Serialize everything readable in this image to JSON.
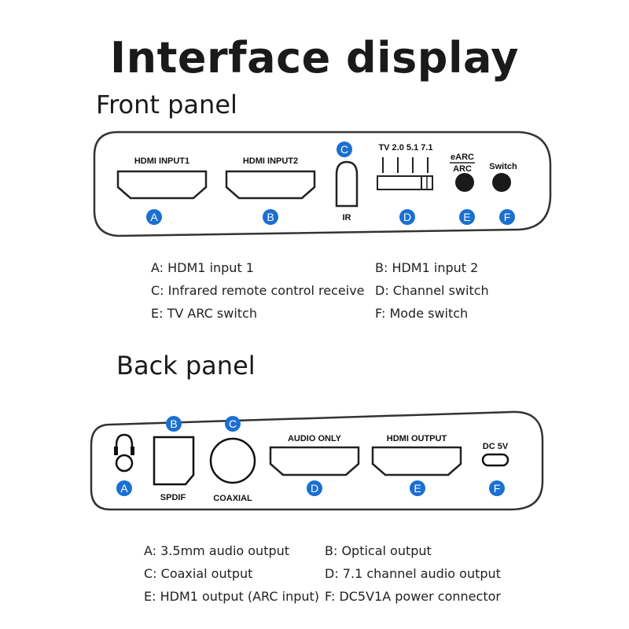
{
  "title": "Interface display",
  "front": {
    "heading": "Front panel",
    "port_labels": {
      "hdmi1": "HDMI INPUT1",
      "hdmi2": "HDMI INPUT2",
      "ir": "IR",
      "channels": "TV 2.0 5.1 7.1",
      "earc": "eARC",
      "arc": "ARC",
      "switch": "Switch"
    },
    "badges": [
      "A",
      "B",
      "C",
      "D",
      "E",
      "F"
    ],
    "descriptions": [
      "A: HDM1 input 1",
      "B: HDM1 input 2",
      "C: Infrared remote control receive",
      "D: Channel switch",
      "E: TV ARC switch",
      "F: Mode switch"
    ]
  },
  "back": {
    "heading": "Back panel",
    "port_labels": {
      "spdif": "SPDIF",
      "coaxial": "COAXIAL",
      "audio_only": "AUDIO ONLY",
      "hdmi_output": "HDMI OUTPUT",
      "dc": "DC 5V"
    },
    "badges": [
      "A",
      "B",
      "C",
      "D",
      "E",
      "F"
    ],
    "descriptions": [
      "A: 3.5mm audio output",
      "B: Optical output",
      "C: Coaxial output",
      "D: 7.1 channel audio output",
      "E: HDM1 output (ARC input)",
      "F: DC5V1A power connector"
    ]
  },
  "colors": {
    "badge": "#1b6fd0",
    "outline": "#333333",
    "text": "#1a1a1a"
  }
}
